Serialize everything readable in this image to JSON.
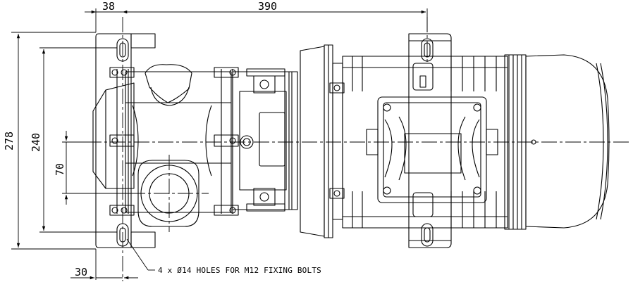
{
  "dimensions": {
    "top_left_offset": "38",
    "top_span": "390",
    "overall_height": "278",
    "fixing_pitch": "240",
    "centre_offset": "70",
    "bottom_edge_offset": "30"
  },
  "notes": {
    "holes_callout": "4 x Ø14 HOLES FOR M12 FIXING BOLTS"
  },
  "colors": {
    "line": "#000000",
    "background": "#ffffff"
  }
}
